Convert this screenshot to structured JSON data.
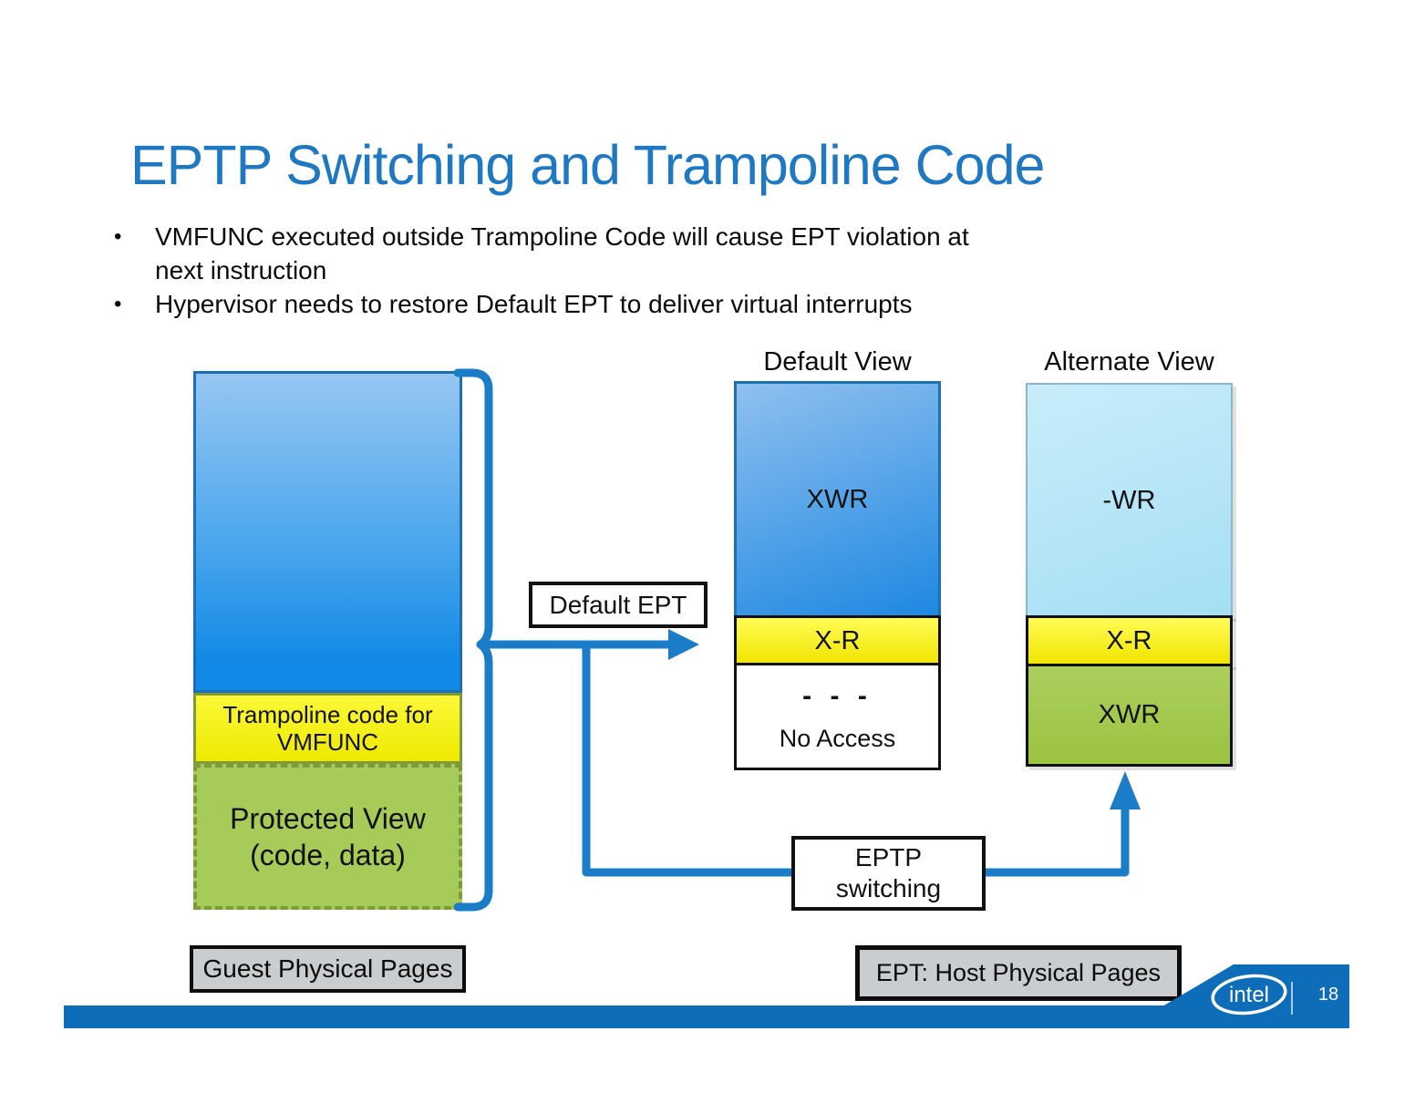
{
  "slide": {
    "title": "EPTP Switching and Trampoline Code",
    "bullet_char": "•",
    "bullets": [
      {
        "lines": [
          "VMFUNC executed outside Trampoline Code will cause EPT violation at",
          "next instruction"
        ]
      },
      {
        "lines": [
          "Hypervisor needs to restore Default EPT to deliver virtual interrupts"
        ]
      }
    ]
  },
  "diagram": {
    "guest_stack": {
      "trampoline_line1": "Trampoline code for",
      "trampoline_line2": "VMFUNC",
      "protected_line1": "Protected View",
      "protected_line2": "(code, data)"
    },
    "default_ept_label": "Default EPT",
    "eptp_switching_line1": "EPTP",
    "eptp_switching_line2": "switching",
    "default_view": {
      "title": "Default View",
      "xwr_label": "XWR",
      "xr_label": "X-R",
      "no_access_dashes": "- - -",
      "no_access_label": "No Access"
    },
    "alternate_view": {
      "title": "Alternate View",
      "wr_label": "-WR",
      "xr_label": "X-R",
      "xwr_label": "XWR"
    },
    "guest_pages_label": "Guest Physical Pages",
    "host_pages_label": "EPT: Host Physical Pages"
  },
  "footer": {
    "brand": "intel",
    "page_number": "18"
  },
  "colors": {
    "title_blue": "#1E78C2",
    "connector_blue": "#1B7CC8",
    "footer_bar_blue": "#0D6DB8",
    "guest_gradient_top": "#96C6F2",
    "guest_gradient_bottom": "#1189E6",
    "default_gradient_top": "#8FC0EF",
    "default_gradient_bottom": "#1E88E2",
    "alternate_gradient_top": "#C8EDFA",
    "alternate_gradient_bottom": "#A5DEF4",
    "permission_yellow": "#F1E500",
    "permission_green": "#A4C94E",
    "olive_border": "#7E9B3B",
    "gray_label_bg": "#C9CDCF"
  }
}
